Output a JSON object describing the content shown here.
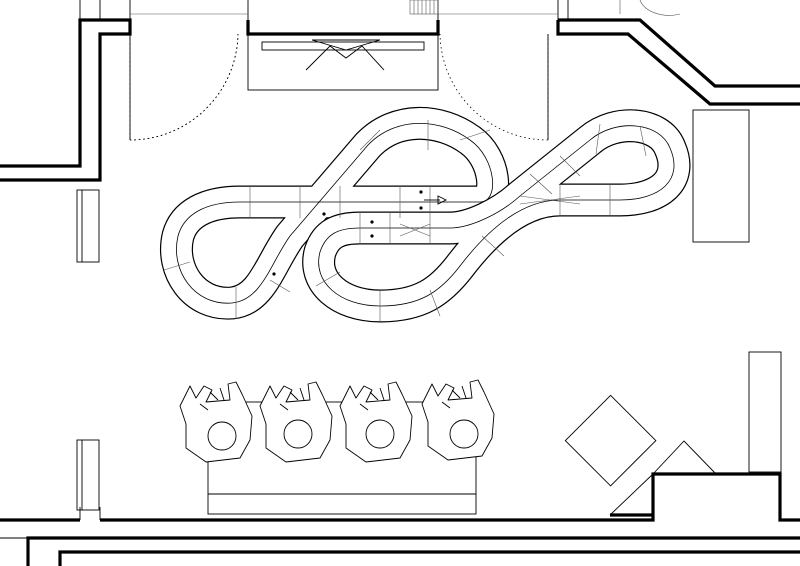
{
  "drawing": {
    "type": "architectural floor plan",
    "line_color": "#000000",
    "background": "#ffffff",
    "fixtures": [
      "slot-car-track",
      "seated-persons",
      "bench",
      "square-table",
      "storage-cabinet",
      "entry-doors",
      "display-cabinet"
    ],
    "seated_person_count": 4,
    "track_markers": {
      "start_arrow": "start-arrow-icon"
    }
  }
}
